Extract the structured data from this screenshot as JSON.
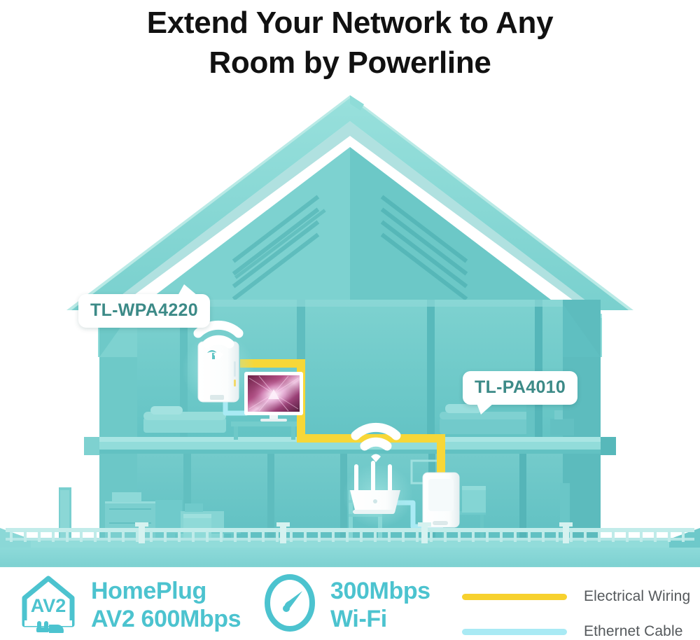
{
  "headline": {
    "line1": "Extend Your Network to Any",
    "line2": "Room by Powerline"
  },
  "illustration": {
    "description": "Cutaway teal house showing powerline networking between two floors",
    "callouts": [
      {
        "id": "wpa",
        "label": "TL-WPA4220",
        "points_to": "wall-plug-extender-upper-floor"
      },
      {
        "id": "pa",
        "label": "TL-PA4010",
        "points_to": "powerline-adapter-lower-floor"
      }
    ],
    "devices": [
      {
        "name": "TL-WPA4220 wall plug Wi-Fi extender",
        "floor": "upper"
      },
      {
        "name": "Television",
        "floor": "upper"
      },
      {
        "name": "Wi-Fi router with three antennas",
        "floor": "lower"
      },
      {
        "name": "TL-PA4010 powerline adapter",
        "floor": "lower"
      }
    ],
    "colors": {
      "house_light": "#8fdad8",
      "house_mid": "#6fcdcb",
      "house_dark": "#57b9ba",
      "house_shadow": "#4aa9ac",
      "electrical_wiring": "#f7d738",
      "ethernet_cable": "#a9eaf4",
      "device_white": "#ffffff",
      "background": "#ffffff"
    }
  },
  "features": [
    {
      "icon": "home-plug-icon",
      "icon_text": "AV2",
      "line1": "HomePlug",
      "line2": "AV2 600Mbps"
    },
    {
      "icon": "speedometer-icon",
      "icon_text": "",
      "line1": "300Mbps",
      "line2": "Wi-Fi"
    }
  ],
  "legend": {
    "items": [
      {
        "label": "Electrical Wiring",
        "color": "#f7d12e"
      },
      {
        "label": "Ethernet Cable",
        "color": "#a9eaf4"
      }
    ]
  },
  "theme": {
    "headline_color": "#111111",
    "feature_text_color": "#4cc3cf",
    "legend_text_color": "#55595c",
    "callout_text_color": "#3c8a87"
  }
}
